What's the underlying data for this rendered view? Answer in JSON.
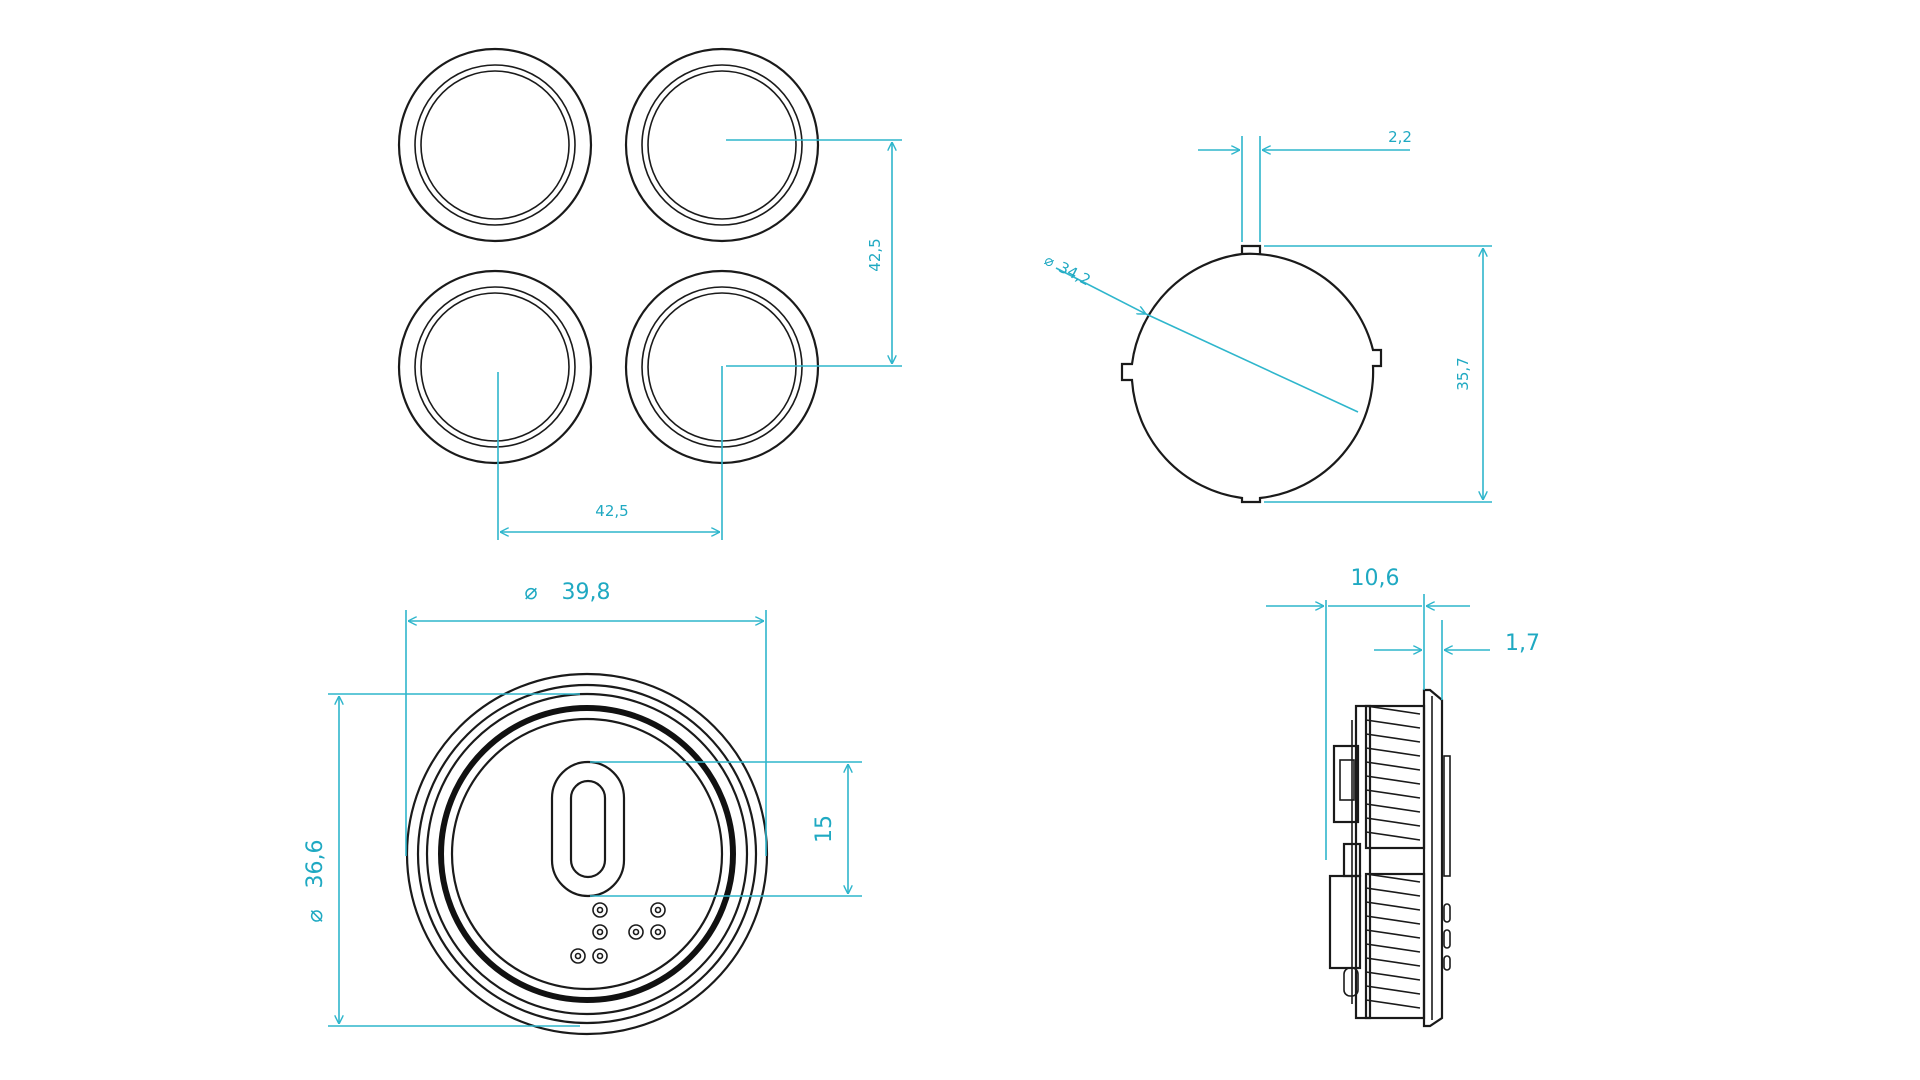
{
  "colors": {
    "outline": "#1a1a1a",
    "dimension": "#2fb6cc",
    "dimension_text": "#1fa9c2",
    "background": "#ffffff"
  },
  "dimensions": {
    "grid_pitch_vertical": "42,5",
    "grid_pitch_horizontal": "42,5",
    "cutout_notch_width": "2,2",
    "cutout_diameter": "34,2",
    "cutout_height": "35,7",
    "front_diameter": "39,8",
    "front_height": "36,6",
    "button_height": "15",
    "side_depth": "10,6",
    "side_flange": "1,7"
  },
  "symbols": {
    "diameter": "⌀"
  }
}
